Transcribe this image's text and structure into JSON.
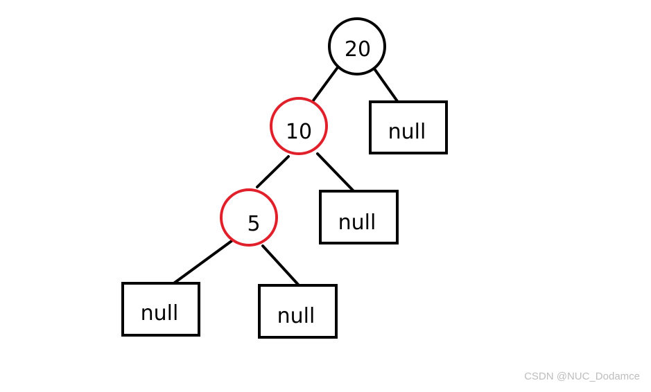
{
  "diagram": {
    "nodes": [
      {
        "id": "n20",
        "shape": "circle",
        "label": "20",
        "border_color": "#000000"
      },
      {
        "id": "n10",
        "shape": "circle",
        "label": "10",
        "border_color": "#e0202a"
      },
      {
        "id": "nnull_r20",
        "shape": "box",
        "label": "null",
        "border_color": "#000000"
      },
      {
        "id": "n5",
        "shape": "circle",
        "label": "5",
        "border_color": "#e0202a"
      },
      {
        "id": "nnull_r10",
        "shape": "box",
        "label": "null",
        "border_color": "#000000"
      },
      {
        "id": "nnull_l5",
        "shape": "box",
        "label": "null",
        "border_color": "#000000"
      },
      {
        "id": "nnull_r5",
        "shape": "box",
        "label": "null",
        "border_color": "#000000"
      }
    ],
    "edges": [
      {
        "from": "n20",
        "to": "n10"
      },
      {
        "from": "n20",
        "to": "nnull_r20"
      },
      {
        "from": "n10",
        "to": "n5"
      },
      {
        "from": "n10",
        "to": "nnull_r10"
      },
      {
        "from": "n5",
        "to": "nnull_l5"
      },
      {
        "from": "n5",
        "to": "nnull_r5"
      }
    ]
  },
  "watermark": "CSDN @NUC_Dodamce"
}
